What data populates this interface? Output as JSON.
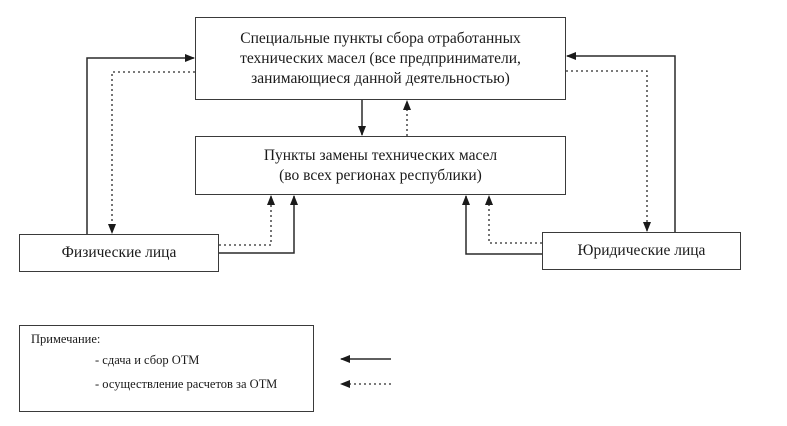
{
  "diagram": {
    "nodes": {
      "collection_points": {
        "lines": [
          "Специальные пункты сбора отработанных",
          "технических масел (все предприниматели,",
          "занимающиеся данной деятельностью)"
        ]
      },
      "replacement_points": {
        "lines": [
          "Пункты замены технических масел",
          "(во всех регионах республики)"
        ]
      },
      "individuals": {
        "label": "Физические лица"
      },
      "legal_entities": {
        "label": "Юридические лица"
      }
    },
    "edges": [
      {
        "from": "individuals",
        "to": "collection_points",
        "style": "solid"
      },
      {
        "from": "collection_points",
        "to": "individuals",
        "style": "dotted"
      },
      {
        "from": "legal_entities",
        "to": "collection_points",
        "style": "solid"
      },
      {
        "from": "collection_points",
        "to": "legal_entities",
        "style": "dotted"
      },
      {
        "from": "collection_points",
        "to": "replacement_points",
        "style": "solid"
      },
      {
        "from": "replacement_points",
        "to": "collection_points",
        "style": "dotted"
      },
      {
        "from": "individuals",
        "to": "replacement_points",
        "style": "solid"
      },
      {
        "from": "individuals",
        "to": "replacement_points",
        "style": "dotted"
      },
      {
        "from": "legal_entities",
        "to": "replacement_points",
        "style": "solid"
      },
      {
        "from": "legal_entities",
        "to": "replacement_points",
        "style": "dotted"
      }
    ]
  },
  "legend": {
    "title": "Примечание:",
    "items": [
      {
        "label": "- сдача и сбор ОТМ",
        "style": "solid"
      },
      {
        "label": "- осуществление расчетов за ОТМ",
        "style": "dotted"
      }
    ]
  },
  "colors": {
    "line": "#2a2a2a",
    "border": "#3a3a3a",
    "background": "#ffffff"
  }
}
